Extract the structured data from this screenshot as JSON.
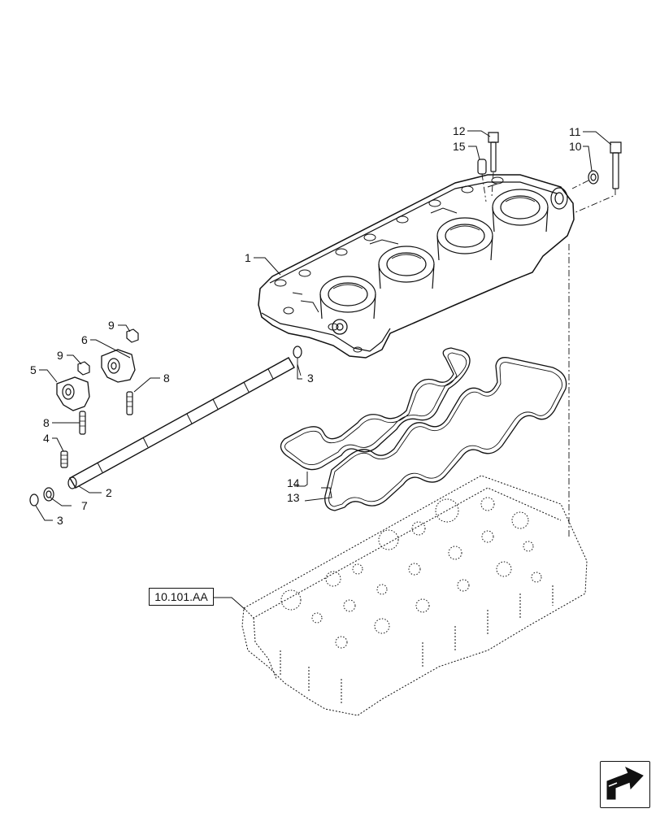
{
  "callouts": {
    "c1": "1",
    "c2": "2",
    "c3a": "3",
    "c3b": "3",
    "c4": "4",
    "c5": "5",
    "c6": "6",
    "c7": "7",
    "c8a": "8",
    "c8b": "8",
    "c9a": "9",
    "c9b": "9",
    "c10": "10",
    "c11": "11",
    "c12": "12",
    "c13": "13",
    "c14": "14",
    "c15": "15"
  },
  "reference": {
    "label": "10.101.AA"
  },
  "icons": {
    "navigate": "next-page-arrow-icon"
  },
  "colors": {
    "line": "#111111",
    "background": "#ffffff"
  }
}
